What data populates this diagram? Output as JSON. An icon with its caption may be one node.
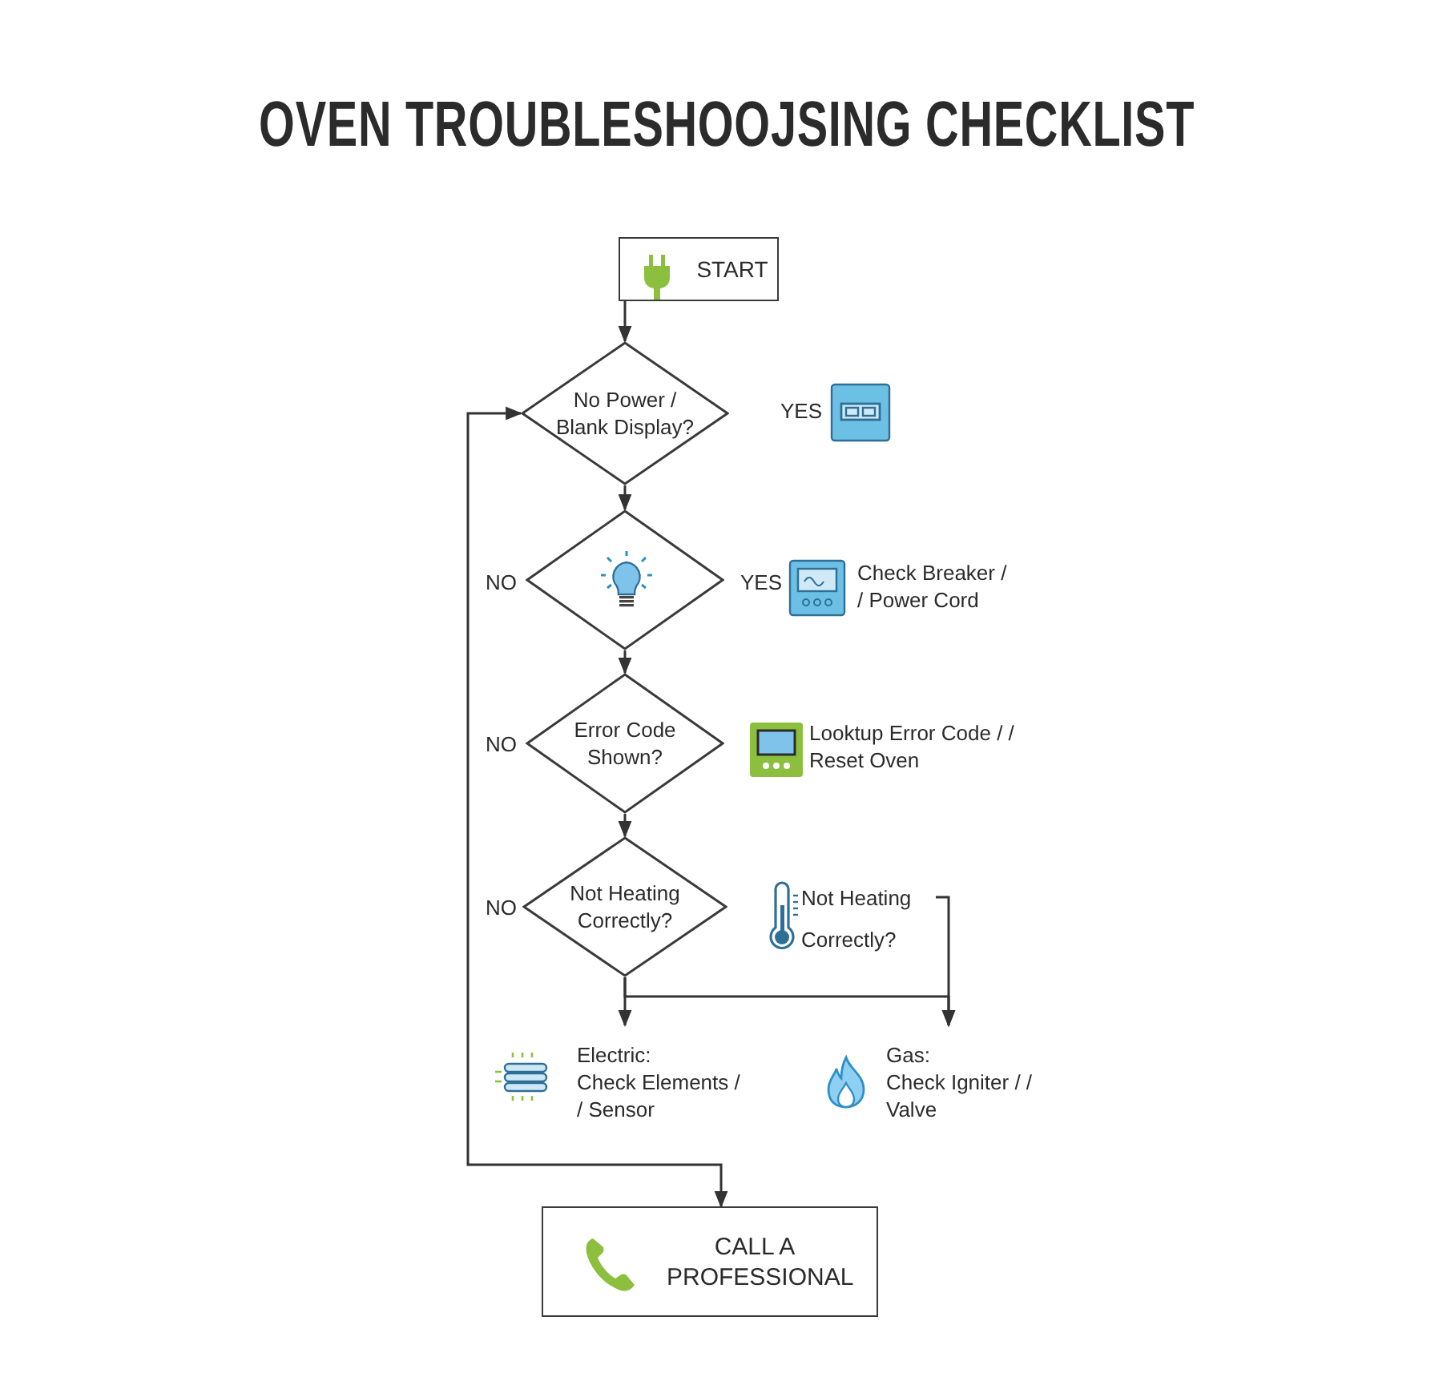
{
  "diagram": {
    "title": "OVEN TROUBLESHOOJSING CHECKLIST",
    "nodes": [
      {
        "text": [
          "START"
        ]
      },
      {
        "text": [
          "No Power / Blank Display?"
        ]
      },
      {
        "text": [],
        "shape": "diamond"
      },
      {
        "text": [
          "Error Code Shown?"
        ]
      },
      {
        "text": [
          "Not Heating Correctly?"
        ]
      },
      {
        "text": [
          "Not Heating Correctly?"
        ]
      },
      {
        "text": [
          "Electric:",
          "Check Elements / / Sensor"
        ]
      },
      {
        "text": [
          "Gas:",
          "Check Igniter / / Valve"
        ]
      },
      {
        "text": [
          "CALL A PROFESSIONAL"
        ]
      }
    ],
    "edges": [
      {
        "from": 0,
        "to": 1,
        "arrow": "to"
      },
      {
        "from": 1,
        "to": 2,
        "arrow": "to"
      },
      {
        "from": 2,
        "to": 3,
        "arrow": "to"
      },
      {
        "from": 3,
        "to": 4,
        "arrow": "to"
      },
      {
        "from": 4,
        "to": 6,
        "arrow": "to"
      },
      {
        "from": 4,
        "to": 7,
        "arrow": "to"
      },
      {
        "from": 5,
        "to": 7,
        "arrow": "to"
      },
      {
        "from": 1,
        "to": 8,
        "arrow": "both"
      }
    ],
    "labels": [
      "YES",
      "NO",
      "YES",
      "Check Breaker / / Power Cord",
      "NO",
      "Looktup Error Code / / Reset Oven",
      "NO"
    ]
  }
}
